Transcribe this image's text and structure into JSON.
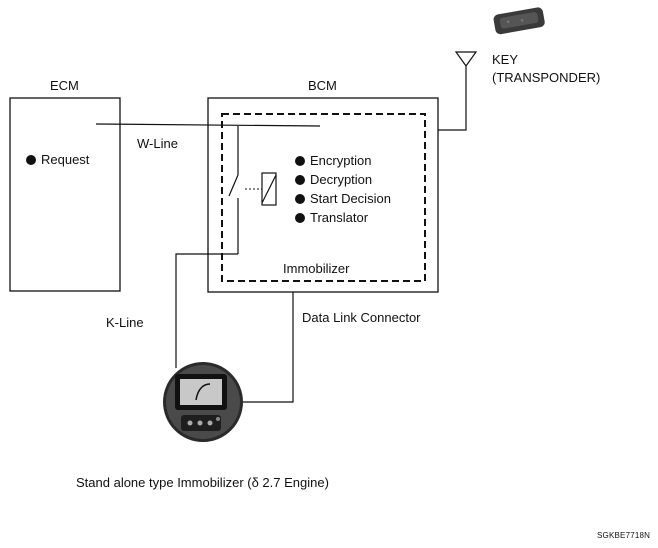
{
  "labels": {
    "ecm": "ECM",
    "bcm": "BCM",
    "key_line1": "KEY",
    "key_line2": "(TRANSPONDER)",
    "w_line": "W-Line",
    "k_line": "K-Line",
    "immobilizer": "Immobilizer",
    "data_link_connector": "Data Link Connector",
    "caption": "Stand alone type Immobilizer (δ 2.7 Engine)",
    "code": "SGKBE7718N"
  },
  "ecm_functions": [
    "Request"
  ],
  "bcm_functions": [
    "Encryption",
    "Decryption",
    "Start Decision",
    "Translator"
  ]
}
